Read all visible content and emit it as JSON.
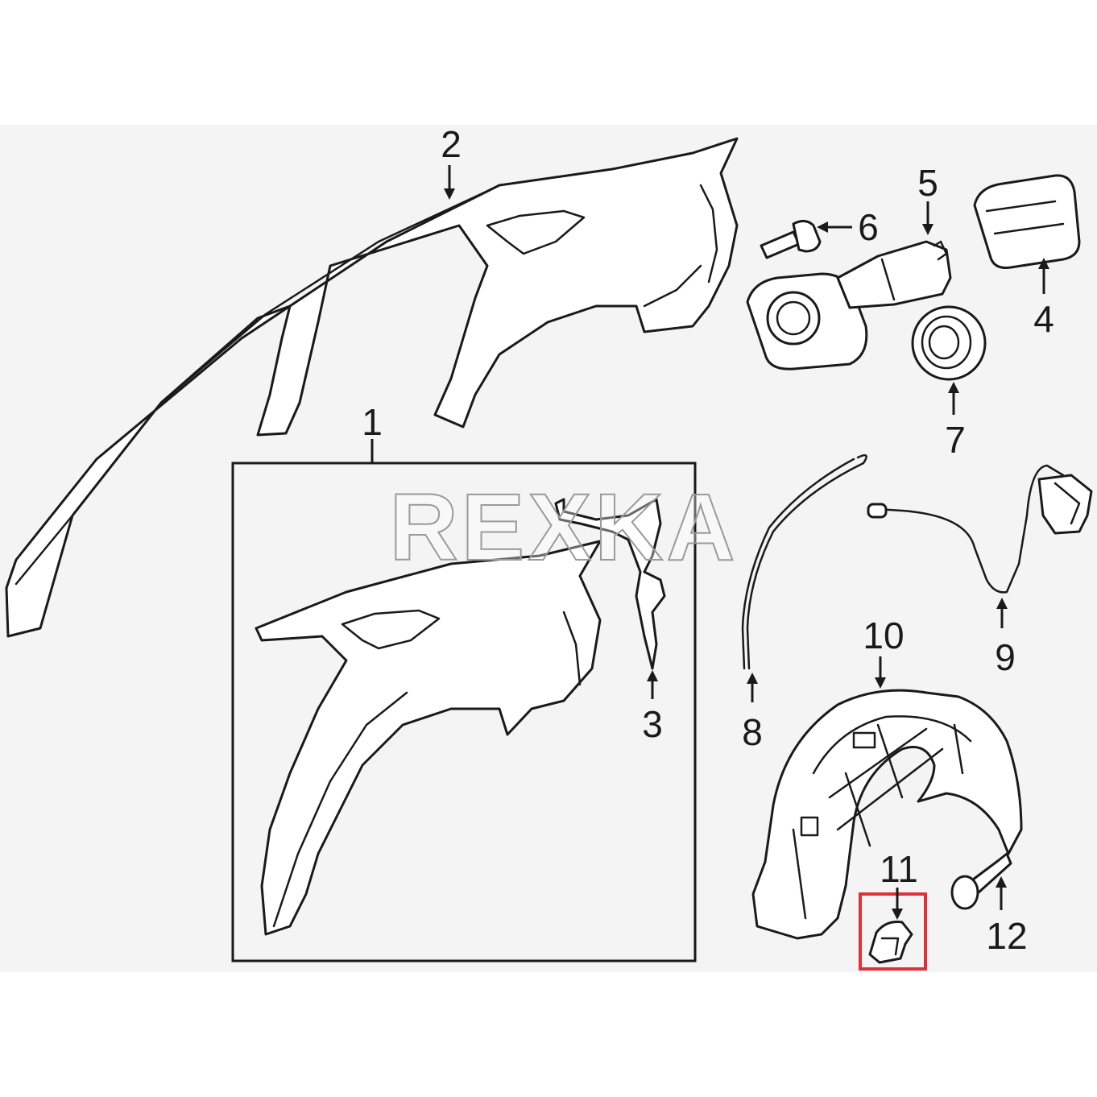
{
  "watermark": "REXKA",
  "highlight_color": "#e0303a",
  "highlighted_callout": "11",
  "callouts": {
    "c1": "1",
    "c2": "2",
    "c3": "3",
    "c4": "4",
    "c5": "5",
    "c6": "6",
    "c7": "7",
    "c8": "8",
    "c9": "9",
    "c10": "10",
    "c11": "11",
    "c12": "12"
  }
}
